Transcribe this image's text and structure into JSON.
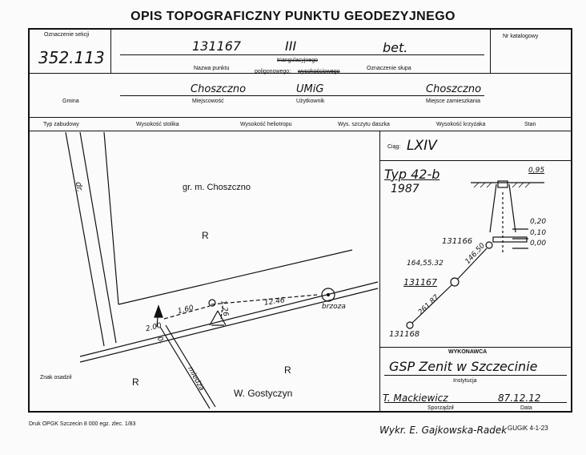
{
  "title": "OPIS TOPOGRAFICZNY PUNKTU GEODEZYJNEGO",
  "header": {
    "section_label": "Oznaczenie sekcji",
    "section_value": "352.113",
    "point_number": "131167",
    "point_class": "III",
    "point_marker": "bet.",
    "point_name_label": "Nazwa punktu",
    "triangulation_label": "triangulacyjnego",
    "polygon_label": "poligonowego:",
    "height_label": "wysokościowego",
    "marker_label": "Oznaczenie słupa",
    "catalog_label": "Nr katalogowy"
  },
  "location": {
    "gmina_value": "Choszczno",
    "miejscowosc_value": "UMiG",
    "uzytkownik_value": "Choszczno",
    "gmina_label": "Gmina",
    "miejscowosc_label": "Miejscowość",
    "uzytkownik_label": "Użytkownik",
    "zamieszkanie_label": "Miejsce zamieszkania"
  },
  "columns": [
    "Typ zabudowy",
    "Wysokość stolika",
    "Wysokość heliotropu",
    "Wys. szczytu daszka",
    "Wysokość krzyżaka",
    "Stan"
  ],
  "map": {
    "road_label": "dr.",
    "area_label": "gr. m. Choszczno",
    "r_top": "R",
    "r_left": "R",
    "r_right": "R",
    "dist_200": "2.00",
    "dist_0": "0.",
    "dist_160": "1.60",
    "dist_126": "1.26",
    "dist_1246": "12.46",
    "tree_label": "brzoza",
    "boundary_label": "miedza",
    "owner": "W. Gostyczyn",
    "sign_label": "Znak osadził"
  },
  "side": {
    "ciag_label": "Ciąg:",
    "ciag_value": "LXIV",
    "type_value": "Typ 42-b",
    "year_value": "1987",
    "depth_095": "0,95",
    "depth_020": "0,20",
    "depth_010": "0,10",
    "depth_000": "0,00",
    "nb_a": "131166",
    "nb_b": "131168",
    "this_point": "131167",
    "angle": "164,55.32",
    "dist_a": "146.50",
    "dist_b": "261.87"
  },
  "wykonawca": {
    "label": "WYKONAWCA",
    "name": "GSP Zenit w Szczecinie",
    "inst_label": "Instytucja",
    "author": "T. Mackiewicz",
    "date": "87.12.12",
    "author_label": "Sporządził",
    "date_label": "Data"
  },
  "footer": {
    "print": "Druk OPGK Szczecin 8 000 egz. zlec. 1/83",
    "drawn_by": "Wykr. E. Gajkowska-Radek",
    "code": "GUGiK 4-1-23"
  }
}
